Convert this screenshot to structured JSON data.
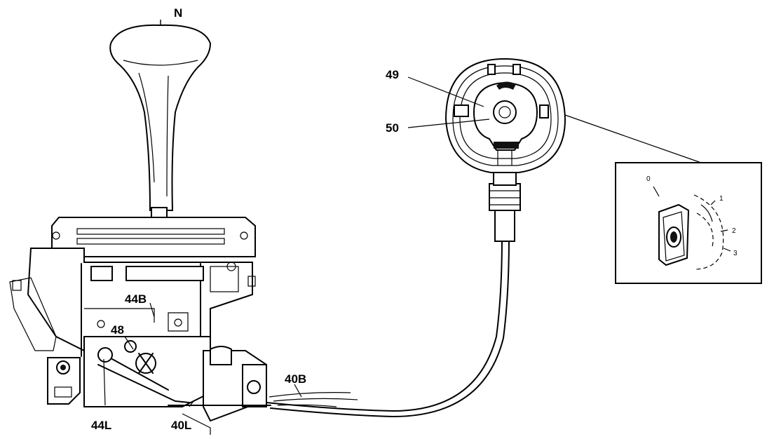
{
  "labels": {
    "n": "N",
    "p49": "49",
    "p50": "50",
    "p44b": "44B",
    "p48": "48",
    "p40b": "40B",
    "p44l": "44L",
    "p40l": "40L"
  },
  "inset_positions": [
    "0",
    "1",
    "2",
    "3"
  ]
}
